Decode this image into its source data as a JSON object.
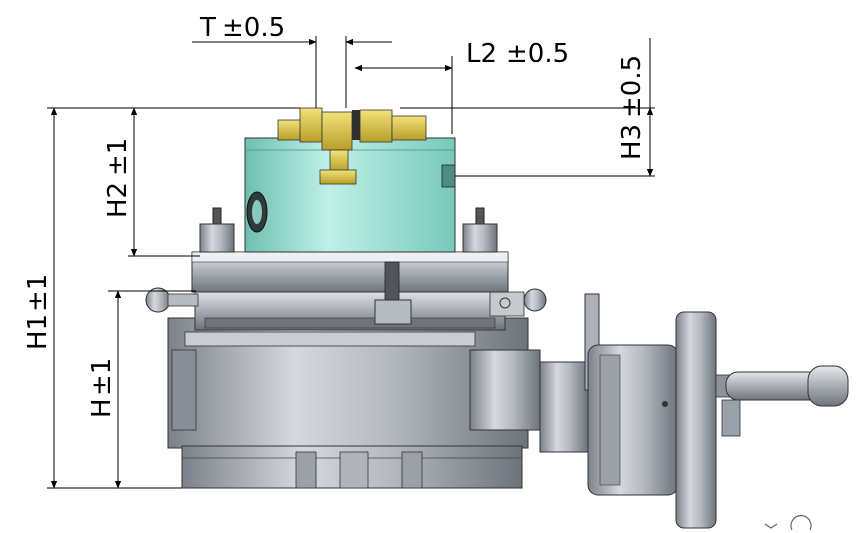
{
  "drawing": {
    "dimensions": {
      "T": "T",
      "T_tol": "±0.5",
      "L2": "L2",
      "L2_tol": "±0.5",
      "H3": "H3",
      "H3_tol": "±0.5",
      "H2": "H2",
      "H2_tol": "±1",
      "H1": "H1",
      "H1_tol": "±1",
      "H": "H",
      "H_tol": "±1"
    },
    "colors": {
      "chuck_body": "#a8e0d6",
      "jaws": "#d8c24a",
      "steel": "#b9bdc4",
      "steel_dark": "#7e838b",
      "line": "#000000"
    },
    "components": [
      "three-jaw-chuck",
      "mounting-plate",
      "rotary-table-base",
      "handwheel-crank"
    ]
  }
}
